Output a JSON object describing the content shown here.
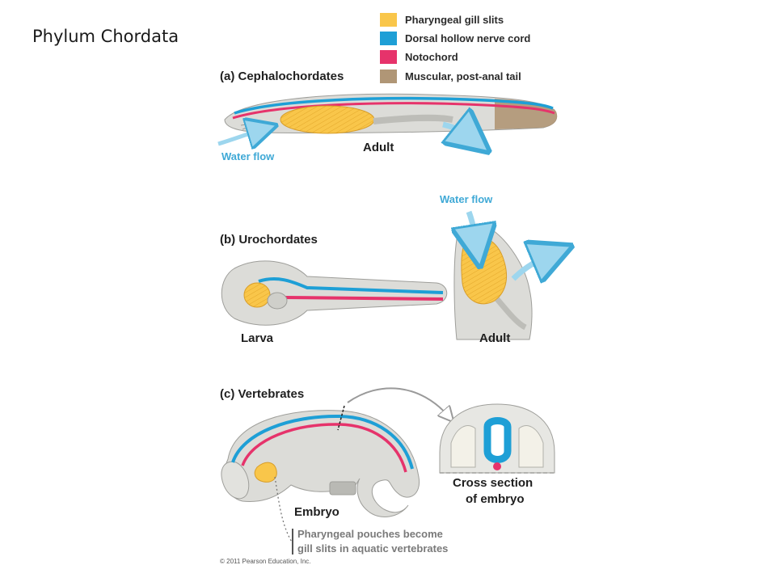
{
  "title": "Phylum Chordata",
  "colors": {
    "gill_slits": "#f9c64a",
    "nerve_cord": "#1e9fd6",
    "notochord": "#e6336b",
    "tail": "#b09676",
    "water": "#9dd6ee",
    "body": "#dcdcd8"
  },
  "legend": [
    {
      "label": "Pharyngeal gill slits",
      "color": "#f9c64a"
    },
    {
      "label": "Dorsal hollow nerve cord",
      "color": "#1e9fd6"
    },
    {
      "label": "Notochord",
      "color": "#e6336b"
    },
    {
      "label": "Muscular, post-anal tail",
      "color": "#b09676"
    }
  ],
  "panel_a": {
    "heading": "(a) Cephalochordates",
    "stage": "Adult",
    "water_label": "Water flow"
  },
  "panel_b": {
    "heading": "(b) Urochordates",
    "larva_label": "Larva",
    "adult_label": "Adult",
    "water_label": "Water flow"
  },
  "panel_c": {
    "heading": "(c) Vertebrates",
    "embryo_label": "Embryo",
    "cross_section_line1": "Cross section",
    "cross_section_line2": "of embryo",
    "note_line1": "Pharyngeal pouches become",
    "note_line2": "gill slits in aquatic vertebrates"
  },
  "copyright": "© 2011 Pearson Education, Inc."
}
